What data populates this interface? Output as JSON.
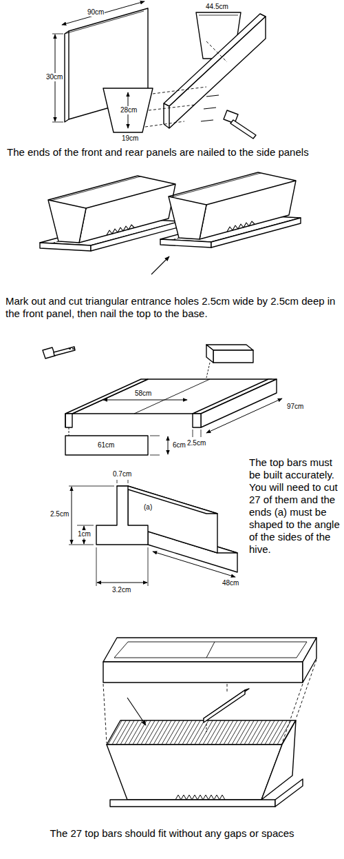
{
  "diagram": {
    "labels": [
      "90cm",
      "44.5cm",
      "30cm",
      "28cm",
      "19cm",
      "The ends of the front and rear panels are nailed to the side panels",
      "Mark out and cut triangular entrance holes 2.5cm wide by 2.5cm deep in the front panel, then nail the top to the base.",
      "58cm",
      "97cm",
      "61cm",
      "6cm",
      "2.5cm",
      "0.7cm",
      "(a)",
      "2.5cm",
      "1cm",
      "48cm",
      "3.2cm",
      "The top bars must be built accurately. You will need to cut 27 of them and the ends (a) must be shaped to the angle of the sides of the hive.",
      "The 27 top bars should fit without any gaps or spaces"
    ]
  }
}
